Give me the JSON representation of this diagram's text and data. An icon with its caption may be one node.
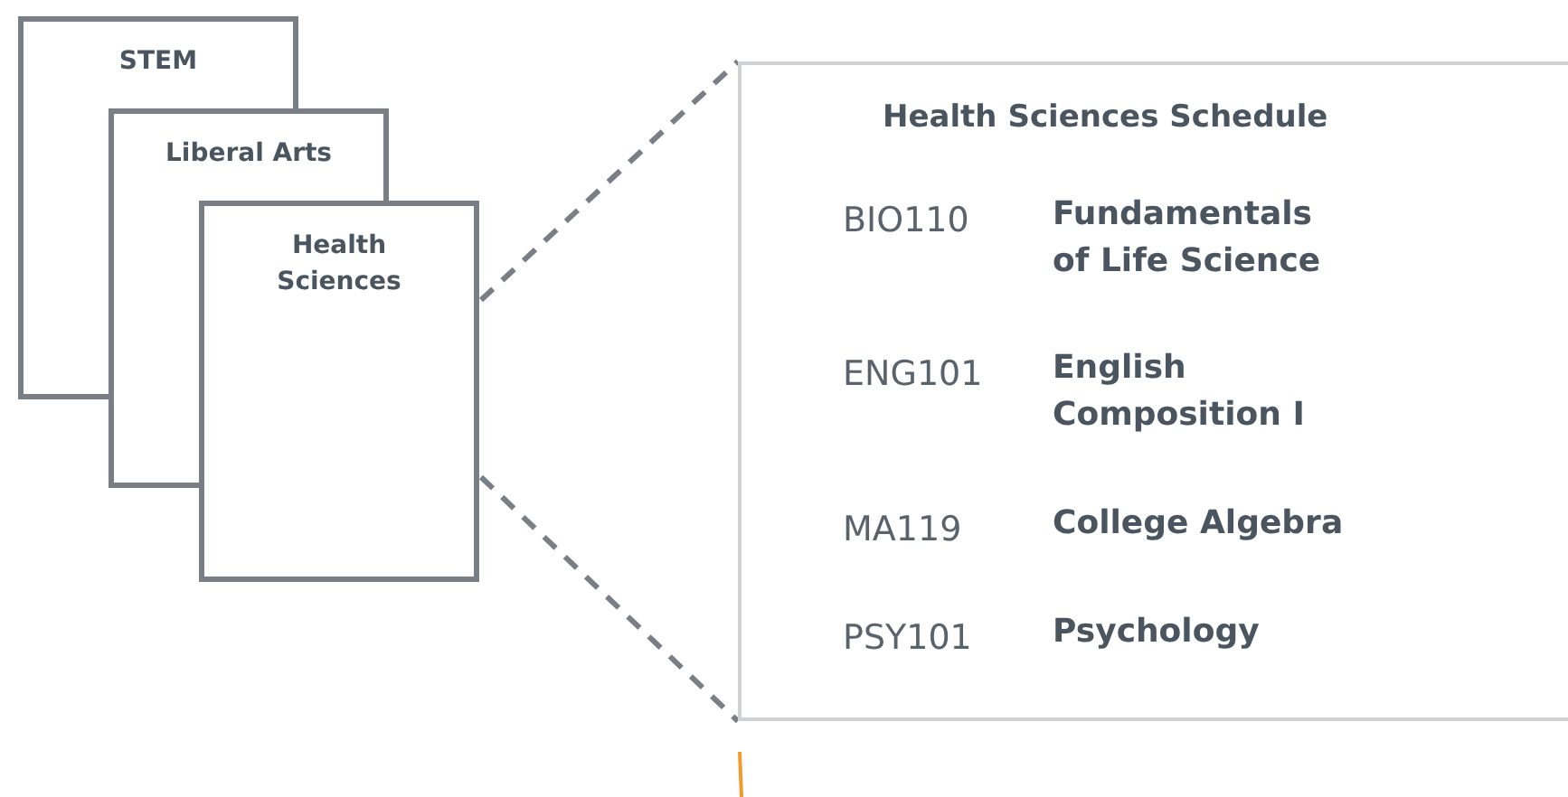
{
  "diagram": {
    "nodes": [
      {
        "text": [
          "STEM"
        ]
      },
      {
        "text": [
          "Liberal Arts"
        ]
      },
      {
        "text": [
          "Health Sciences"
        ]
      },
      {
        "text": [
          "Health Sciences Schedule"
        ]
      }
    ],
    "edges": [
      {
        "from": 2,
        "to": 3,
        "arrow": "none",
        "style": "dashed"
      },
      {
        "from": 2,
        "to": 3,
        "arrow": "none",
        "style": "dashed"
      }
    ],
    "labels": [
      "BIO110",
      "Fundamentals of Life Science",
      "ENG101",
      "English Composition I",
      "MA119",
      "College Algebra",
      "PSY101",
      "Psychology"
    ]
  }
}
